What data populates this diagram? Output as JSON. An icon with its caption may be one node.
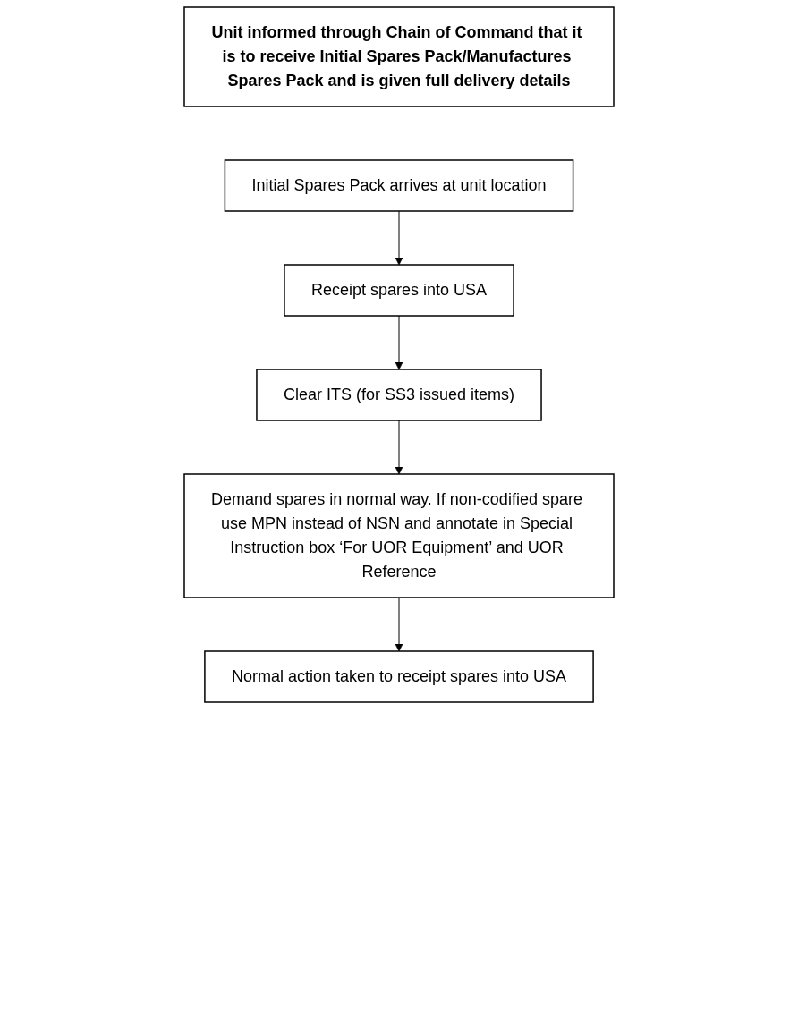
{
  "diagram": {
    "nodes": [
      {
        "text": [
          "Unit informed through Chain of Command that it is to receive Initial Spares Pack/Manufactures Spares Pack and is given full delivery details"
        ]
      },
      {
        "text": [
          "Initial Spares Pack arrives at unit location"
        ]
      },
      {
        "text": [
          "Receipt spares into USA"
        ]
      },
      {
        "text": [
          "Clear ITS (for SS3 issued items)"
        ]
      },
      {
        "text": [
          "Demand spares in normal way. If non-codified spare use MPN instead of NSN and annotate in Special Instruction box ‘For UOR Equipment’ and UOR Reference"
        ]
      },
      {
        "text": [
          "Normal action taken to receipt spares into USA"
        ]
      }
    ],
    "edges": [
      {
        "from": 1,
        "to": 2,
        "arrow": "to"
      },
      {
        "from": 2,
        "to": 3,
        "arrow": "to"
      },
      {
        "from": 3,
        "to": 4,
        "arrow": "to"
      },
      {
        "from": 4,
        "to": 5,
        "arrow": "to"
      }
    ]
  }
}
